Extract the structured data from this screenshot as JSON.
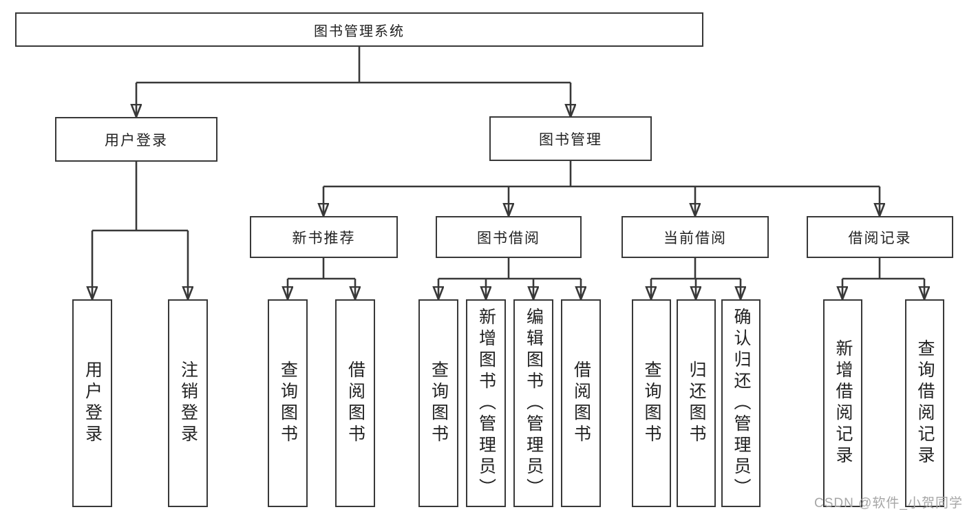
{
  "diagram": {
    "type": "org-tree",
    "orientation": "top-down"
  },
  "colors": {
    "line": "#383838",
    "text": "#222222",
    "background": "#ffffff",
    "watermark": "#a6a6a6"
  },
  "watermark": "CSDN @软件_小贺同学",
  "tree": {
    "root": {
      "label": "图书管理系统"
    },
    "branches": [
      {
        "label": "用户登录",
        "children": [
          {
            "label": "用户登录"
          },
          {
            "label": "注销登录"
          }
        ]
      },
      {
        "label": "图书管理",
        "children": [
          {
            "label": "新书推荐",
            "children": [
              {
                "label": "查询图书"
              },
              {
                "label": "借阅图书"
              }
            ]
          },
          {
            "label": "图书借阅",
            "children": [
              {
                "label": "查询图书"
              },
              {
                "label": "新增图书（管理员）"
              },
              {
                "label": "编辑图书（管理员）"
              },
              {
                "label": "借阅图书"
              }
            ]
          },
          {
            "label": "当前借阅",
            "children": [
              {
                "label": "查询图书"
              },
              {
                "label": "归还图书"
              },
              {
                "label": "确认归还（管理员）"
              }
            ]
          },
          {
            "label": "借阅记录",
            "children": [
              {
                "label": "新增借阅记录"
              },
              {
                "label": "查询借阅记录"
              }
            ]
          }
        ]
      }
    ]
  }
}
